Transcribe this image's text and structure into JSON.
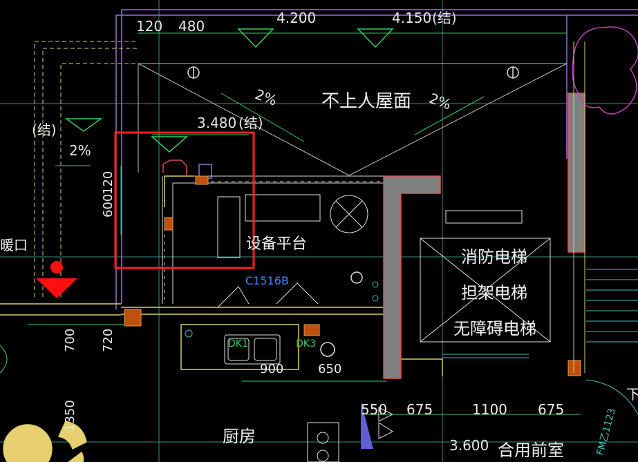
{
  "drawing": {
    "dims_top": [
      "120",
      "480",
      "4.200",
      "4.150",
      "(结)"
    ],
    "dim_3480": "3.480",
    "struct_mark": "(结)",
    "struct_mark_left": "(结)",
    "slope_left": "2%",
    "slope_mid_left": "2%",
    "slope_mid_right": "2%",
    "roof_label": "不上人屋面",
    "platform_label": "设备平台",
    "window_tag": "C1516B",
    "left_partial": "暖口",
    "dims_left": [
      "120",
      "600"
    ],
    "dims_lower_left": [
      "700",
      "720",
      "1350"
    ],
    "dk_labels": [
      "DK1",
      "DK3"
    ],
    "dims_kitchen": [
      "900",
      "650"
    ],
    "elevator_lines": [
      "消防电梯",
      "担架电梯",
      "无障碍电梯"
    ],
    "dims_bottom": [
      "550",
      "675",
      "1100",
      "675"
    ],
    "dim_3600": "3.600",
    "kitchen_label": "厨房",
    "lobby_label": "合用前室",
    "fm_tag": "FM乙1123",
    "edge_char": "下"
  },
  "colors": {
    "background": "#000000",
    "highlight_box": "#ff2020",
    "text": "#ffffff",
    "elevator_wall": "#808080"
  }
}
